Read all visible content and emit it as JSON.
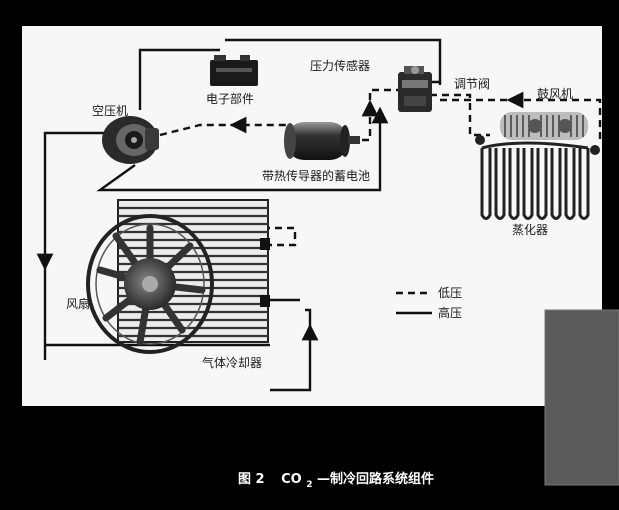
{
  "labels": {
    "electronics": "电子部件",
    "pressure_sensor": "压力传感器",
    "expansion_valve": "调节阀",
    "blower": "鼓风机",
    "compressor": "空压机",
    "accumulator": "带热传导器的蓄电池",
    "evaporator": "蒸化器",
    "fan": "风扇",
    "gas_cooler": "气体冷却器"
  },
  "legend": {
    "low_pressure": "低压",
    "high_pressure": "高压"
  },
  "caption": {
    "figure_no": "图 2",
    "title_prefix": "CO",
    "title_subscript": "2",
    "title_rest": "—制冷回路系统组件"
  },
  "colors": {
    "background": "#000000",
    "panel": "#f7f7f7",
    "line": "#111111"
  }
}
